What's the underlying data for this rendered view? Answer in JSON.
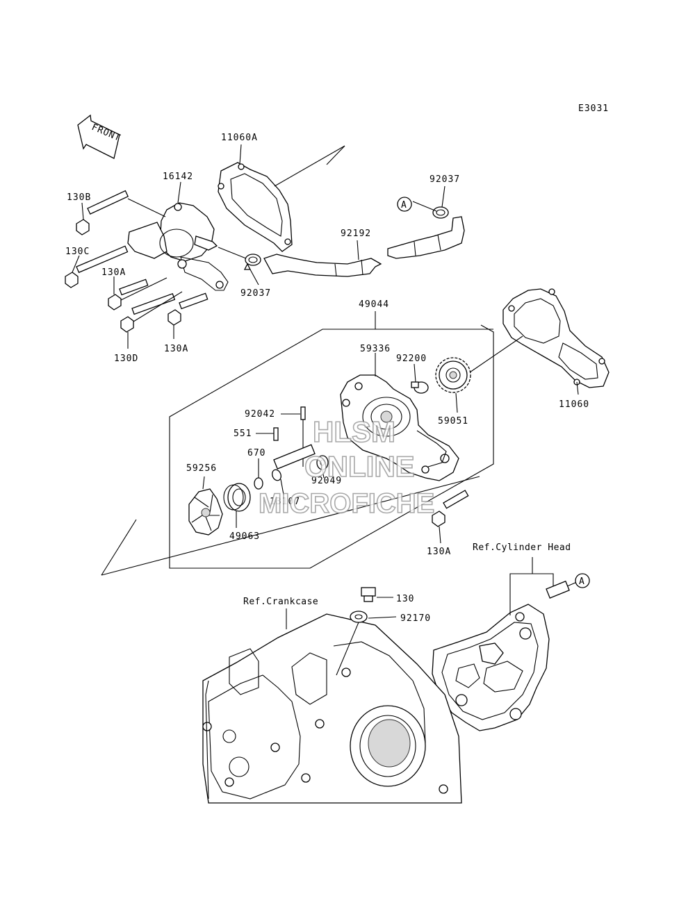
{
  "diagram_code": "E3031",
  "front_arrow": {
    "label": "FRONT",
    "icon": "front-arrow-icon"
  },
  "callout_letter": "A",
  "refs": {
    "cylinder_head": "Ref.Cylinder Head",
    "crankcase": "Ref.Crankcase"
  },
  "parts": [
    {
      "id": "p-11060a",
      "number": "11060A"
    },
    {
      "id": "p-16142",
      "number": "16142"
    },
    {
      "id": "p-130b",
      "number": "130B"
    },
    {
      "id": "p-130c",
      "number": "130C"
    },
    {
      "id": "p-130a-1",
      "number": "130A"
    },
    {
      "id": "p-130d",
      "number": "130D"
    },
    {
      "id": "p-130a-2",
      "number": "130A"
    },
    {
      "id": "p-92037-1",
      "number": "92037"
    },
    {
      "id": "p-92037-2",
      "number": "92037"
    },
    {
      "id": "p-92192",
      "number": "92192"
    },
    {
      "id": "p-49044",
      "number": "49044"
    },
    {
      "id": "p-59336",
      "number": "59336"
    },
    {
      "id": "p-92200",
      "number": "92200"
    },
    {
      "id": "p-59051",
      "number": "59051"
    },
    {
      "id": "p-11060",
      "number": "11060"
    },
    {
      "id": "p-92042",
      "number": "92042"
    },
    {
      "id": "p-551",
      "number": "551"
    },
    {
      "id": "p-670",
      "number": "670"
    },
    {
      "id": "p-59256",
      "number": "59256"
    },
    {
      "id": "p-92049",
      "number": "92049"
    },
    {
      "id": "p-13107",
      "number": "13107"
    },
    {
      "id": "p-49063",
      "number": "49063"
    },
    {
      "id": "p-130a-3",
      "number": "130A"
    },
    {
      "id": "p-130",
      "number": "130"
    },
    {
      "id": "p-92170",
      "number": "92170"
    }
  ],
  "watermark": [
    "HLSM",
    "ONLINE",
    "MICROFICHE"
  ]
}
